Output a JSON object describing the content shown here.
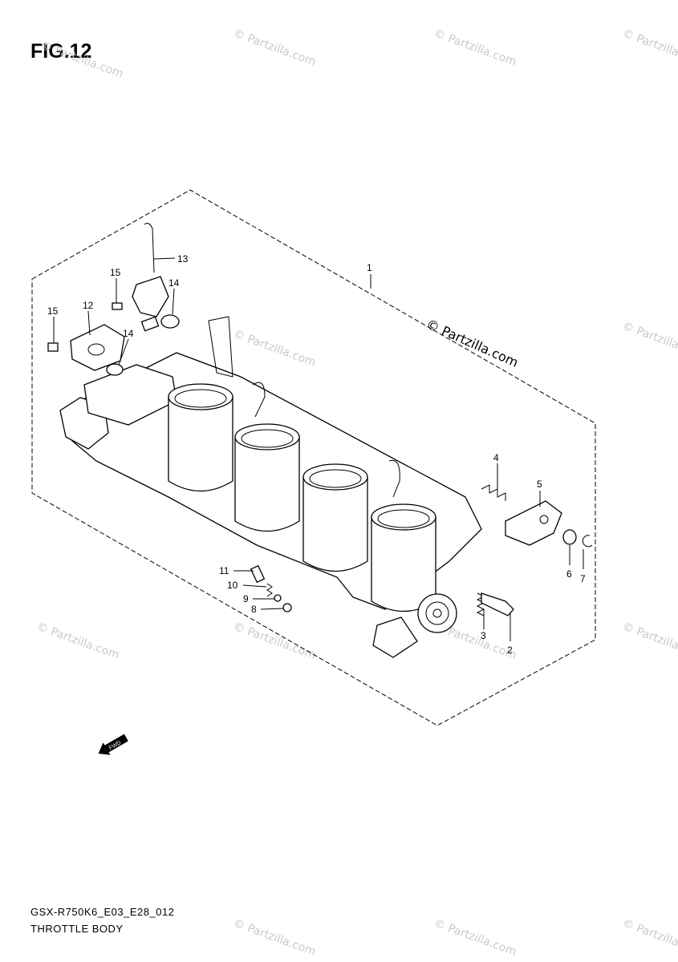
{
  "figure": {
    "title": "FIG.12"
  },
  "diagram": {
    "callouts": [
      "1",
      "2",
      "3",
      "4",
      "5",
      "6",
      "7",
      "8",
      "9",
      "10",
      "11",
      "12",
      "13",
      "14",
      "14",
      "15",
      "15"
    ],
    "watermark_text": "© Partzilla.com",
    "brand_text": "© Partzilla.com",
    "front_arrow_label": "FWD"
  },
  "footer": {
    "code": "GSX-R750K6_E03_E28_012",
    "caption": "THROTTLE BODY"
  }
}
